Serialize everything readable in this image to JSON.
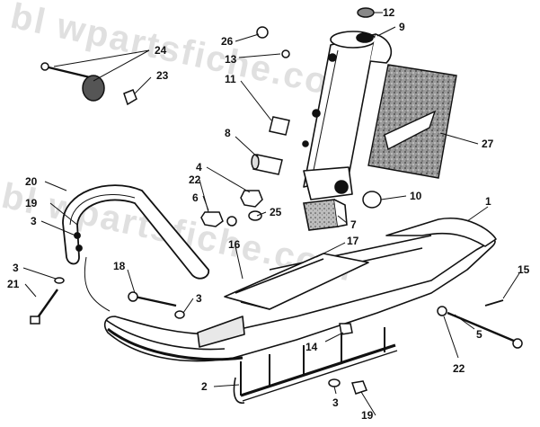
{
  "watermark": "bl wpartsfiche.com",
  "callouts": [
    {
      "id": "p1",
      "text": "1"
    },
    {
      "id": "p2",
      "text": "2"
    },
    {
      "id": "p3a",
      "text": "3"
    },
    {
      "id": "p3b",
      "text": "3"
    },
    {
      "id": "p3c",
      "text": "3"
    },
    {
      "id": "p3d",
      "text": "3"
    },
    {
      "id": "p4",
      "text": "4"
    },
    {
      "id": "p5",
      "text": "5"
    },
    {
      "id": "p6",
      "text": "6"
    },
    {
      "id": "p7",
      "text": "7"
    },
    {
      "id": "p8",
      "text": "8"
    },
    {
      "id": "p9",
      "text": "9"
    },
    {
      "id": "p10",
      "text": "10"
    },
    {
      "id": "p11",
      "text": "11"
    },
    {
      "id": "p12",
      "text": "12"
    },
    {
      "id": "p13",
      "text": "13"
    },
    {
      "id": "p14",
      "text": "14"
    },
    {
      "id": "p15",
      "text": "15"
    },
    {
      "id": "p16",
      "text": "16"
    },
    {
      "id": "p17",
      "text": "17"
    },
    {
      "id": "p18",
      "text": "18"
    },
    {
      "id": "p19a",
      "text": "19"
    },
    {
      "id": "p19b",
      "text": "19"
    },
    {
      "id": "p20",
      "text": "20"
    },
    {
      "id": "p21",
      "text": "21"
    },
    {
      "id": "p22a",
      "text": "22"
    },
    {
      "id": "p22b",
      "text": "22"
    },
    {
      "id": "p23",
      "text": "23"
    },
    {
      "id": "p24",
      "text": "24"
    },
    {
      "id": "p25",
      "text": "25"
    },
    {
      "id": "p26",
      "text": "26"
    },
    {
      "id": "p27",
      "text": "27"
    }
  ]
}
